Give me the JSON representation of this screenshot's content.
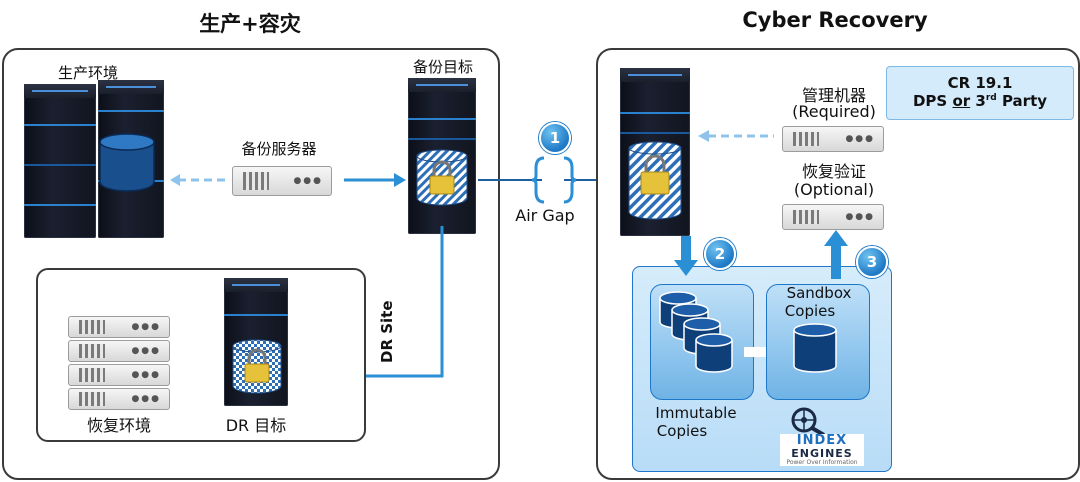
{
  "titles": {
    "left": "生产+容灾",
    "right": "Cyber Recovery"
  },
  "left_panel": {
    "production_env": "生产环境",
    "backup_target": "备份目标",
    "backup_server": "备份服务器",
    "dr_site": "DR Site",
    "recovery_env": "恢复环境",
    "dr_target": "DR 目标"
  },
  "air_gap": {
    "badge": "1",
    "label": "Air Gap"
  },
  "right_panel": {
    "cr_version": "CR 19.1",
    "cr_platform_a": "DPS ",
    "cr_platform_or": "or",
    "cr_platform_b": " 3",
    "cr_platform_sup": "rd",
    "cr_platform_c": " Party",
    "mgmt_host": "管理机器",
    "mgmt_required": "(Required)",
    "verify": "恢复验证",
    "verify_optional": "(Optional)",
    "badge2": "2",
    "badge3": "3",
    "immutable_1": "Immutable",
    "immutable_2": "Copies",
    "sandbox_1": "Sandbox",
    "sandbox_2": "Copies",
    "index_logo_1": "INDEX",
    "index_logo_2": "ENGINES",
    "index_tagline": "Power Over Information"
  },
  "colors": {
    "arrow_blue": "#2b8fd6",
    "panel_border": "#3a3a3a",
    "vault_blue": "#1f77c9",
    "cr_box_bg": "#d4ebfb"
  }
}
